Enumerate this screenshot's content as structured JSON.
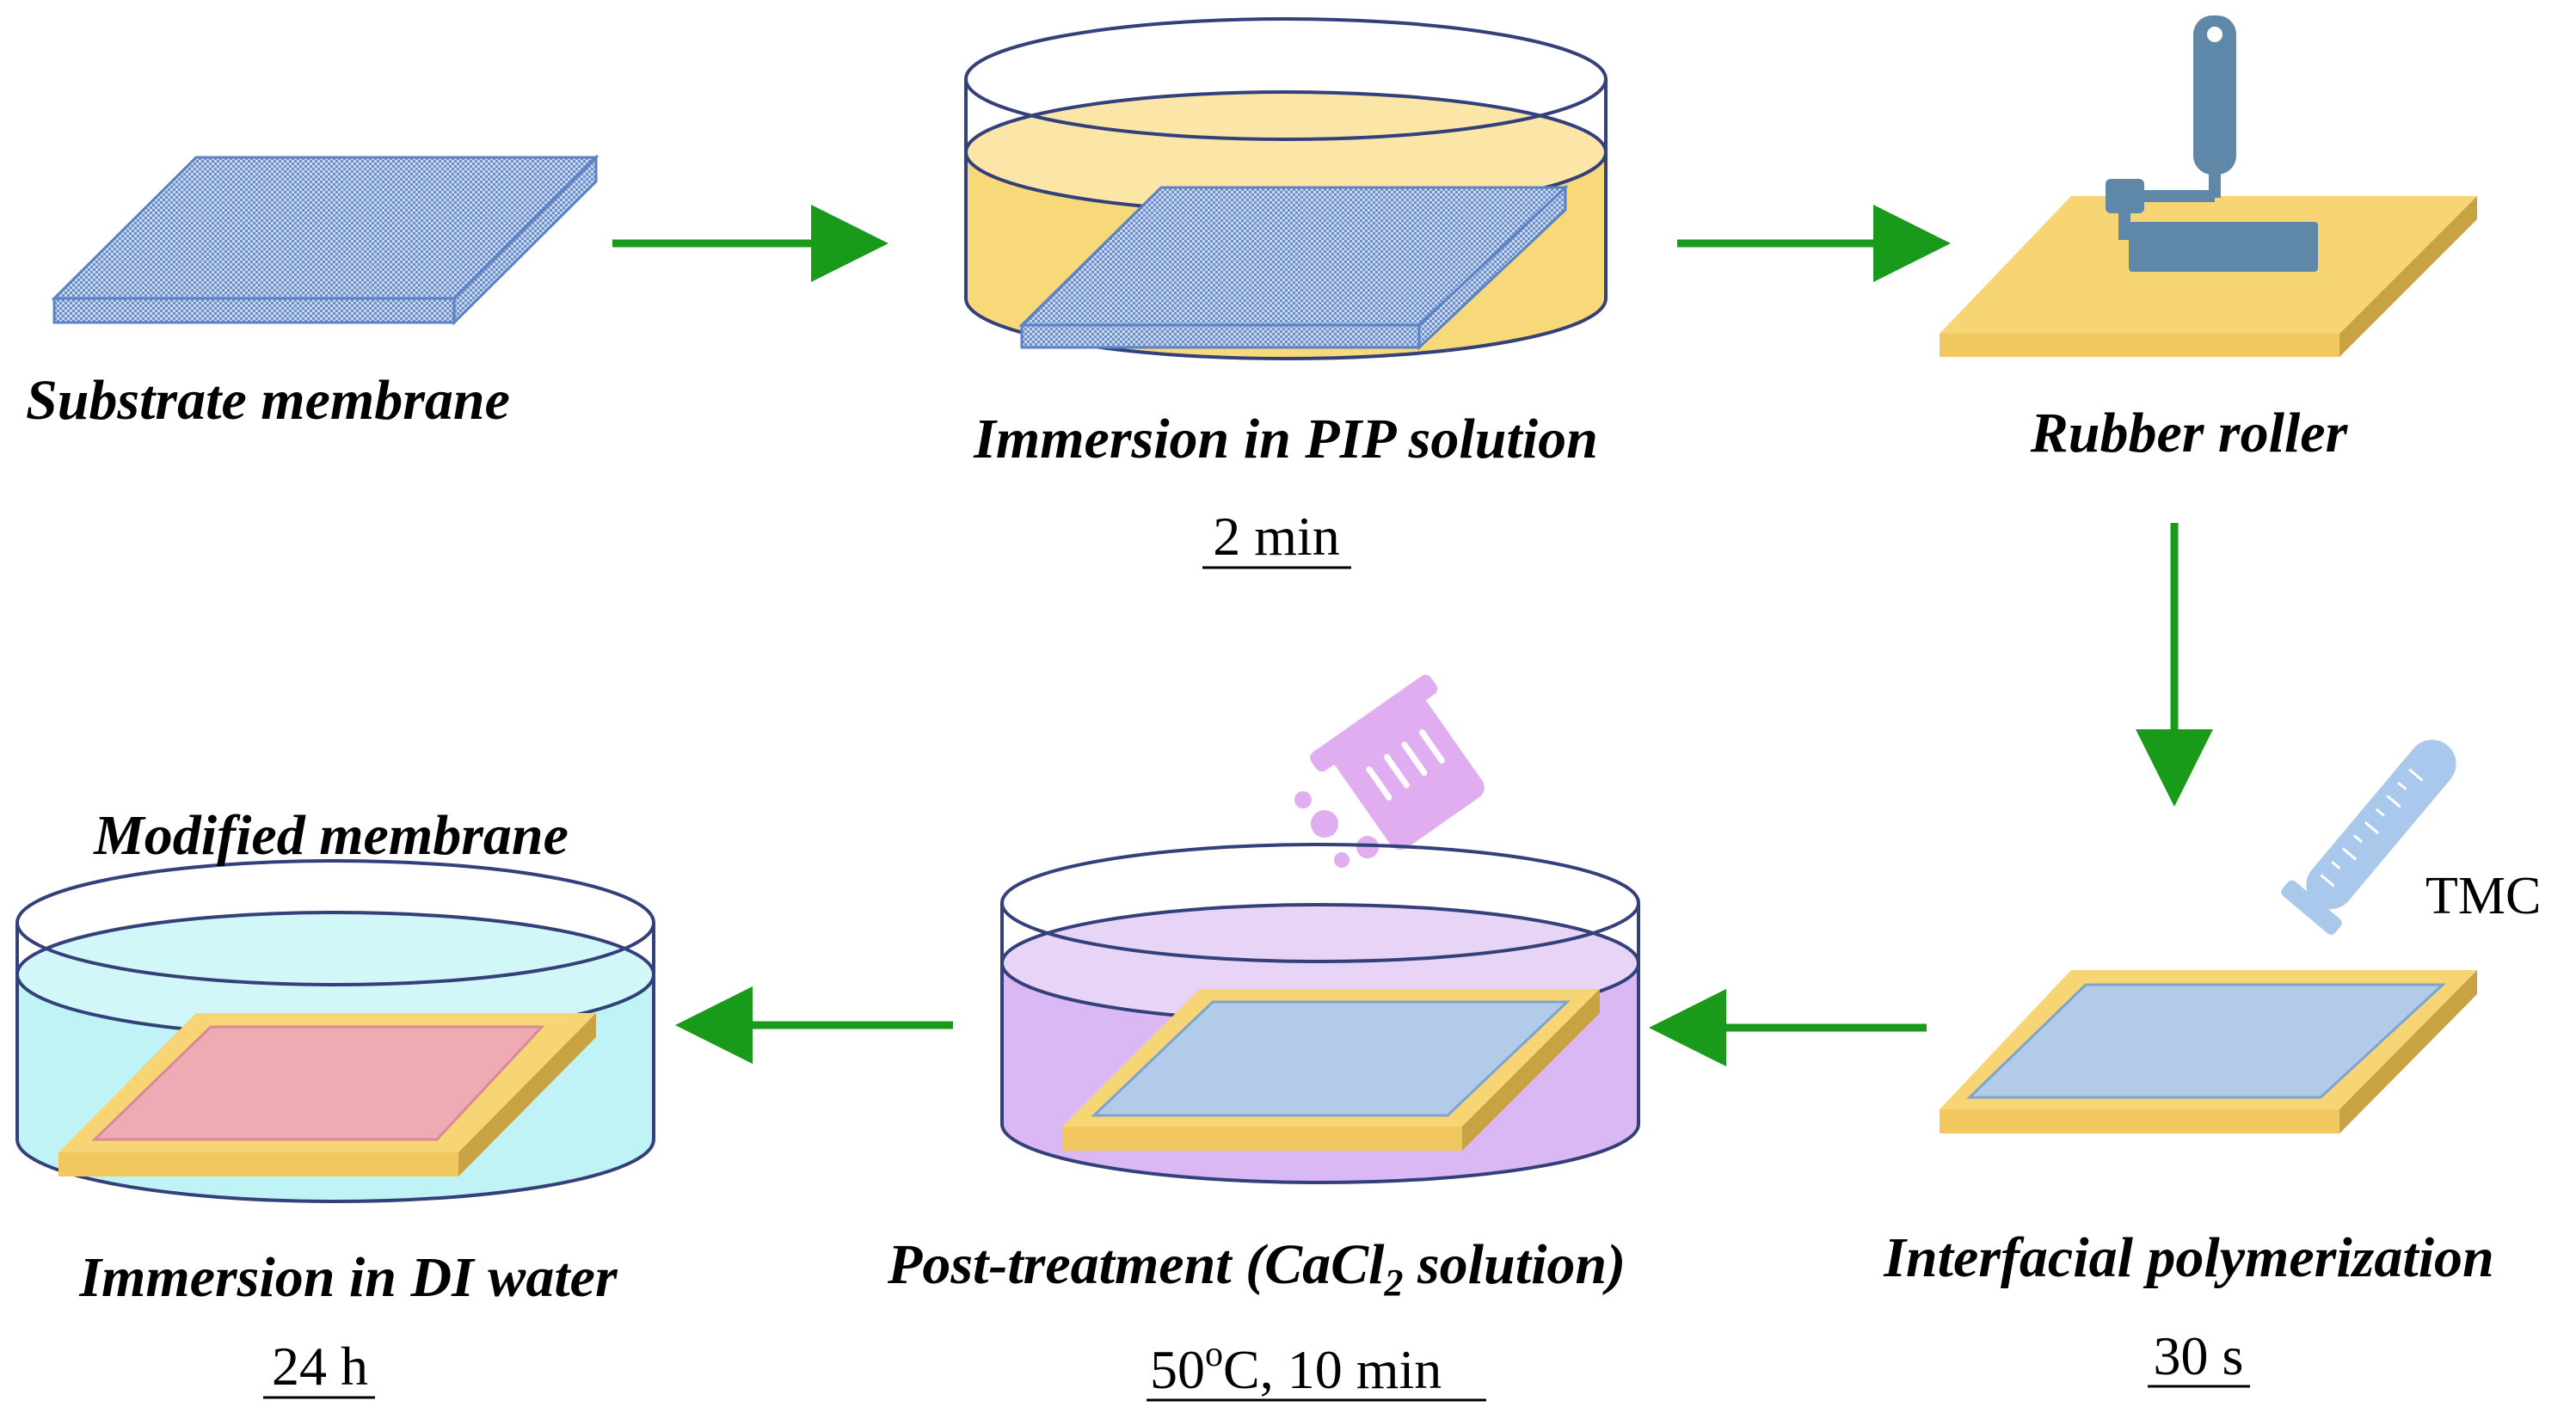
{
  "colors": {
    "arrow": "#1a9a1a",
    "membrane_fill": "#a9c3e6",
    "membrane_edge": "#5b82c4",
    "pip_solution": "#f7d97a",
    "dish_outline": "#33407a",
    "roller": "#5f87a8",
    "yellow_frame": "#f8d574",
    "polyamide_layer": "#b1cbe8",
    "cacl2_solution": "#dcbff2",
    "water": "#bff3f5",
    "modified_layer": "#f0aab4",
    "tmc_cylinder": "#a9c8ec",
    "beaker": "#e0aef0"
  },
  "steps": {
    "substrate": {
      "label": "Substrate membrane"
    },
    "pip": {
      "label": "Immersion in PIP solution",
      "time": "2 min"
    },
    "roller": {
      "label": "Rubber roller"
    },
    "ip": {
      "label": "Interfacial polymerization",
      "time": "30 s",
      "reagent": "TMC"
    },
    "post": {
      "label_prefix": "Post-treatment (CaCl",
      "label_sub": "2",
      "label_suffix": " solution)",
      "temp_num": "50",
      "temp_deg": "o",
      "temp_rest": "C, 10 min"
    },
    "di": {
      "label": "Immersion in DI water",
      "time": "24 h"
    },
    "modified": {
      "label": "Modified membrane"
    }
  },
  "icons": {
    "substrate": "membrane-sheet-icon",
    "pip": "petri-dish-icon",
    "roller": "paint-roller-icon",
    "ip": "graduated-cylinder-icon",
    "post": "beaker-icon",
    "di": "water-dish-icon"
  }
}
